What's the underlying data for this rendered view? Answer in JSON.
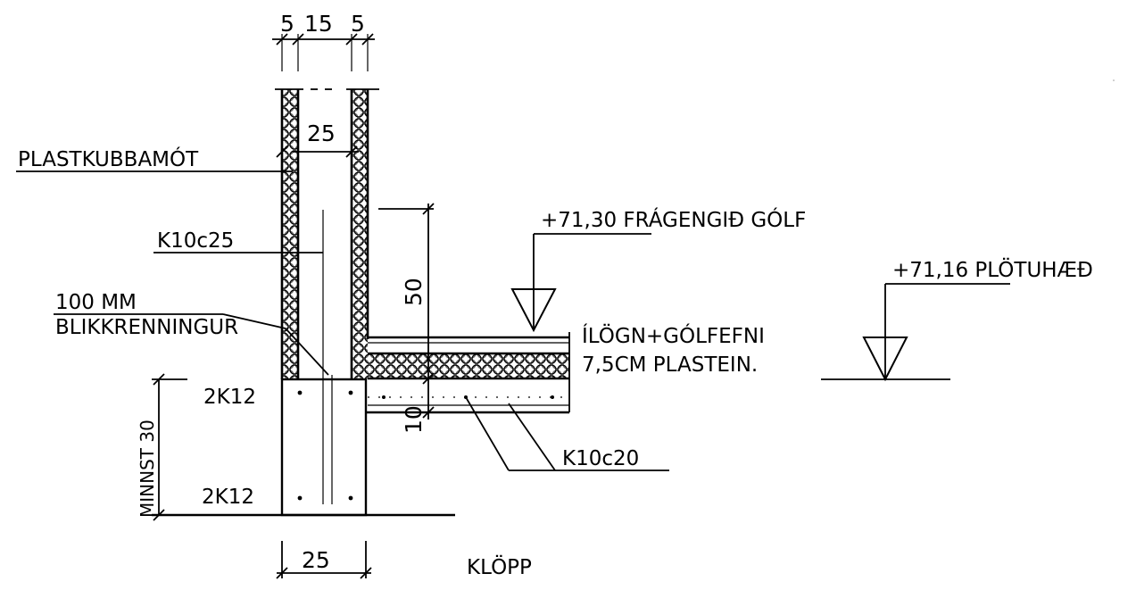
{
  "drawing": {
    "dims": {
      "top_left": "5",
      "top_mid": "15",
      "top_right": "5",
      "inner_width": "25",
      "height_50": "50",
      "height_10": "10",
      "footing_height": "MINNST 30",
      "footing_width": "25"
    },
    "labels": {
      "formwork": "PLASTKUBBAMÓT",
      "vertical_rebar": "K10c25",
      "flashing_line1": "100 MM",
      "flashing_line2": "BLIKKRENNINGUR",
      "rebar_top": "2K12",
      "rebar_bottom": "2K12",
      "floor_level": "+71,30 FRÁGENGIÐ GÓLF",
      "slab_level": "+71,16 PLÖTUHÆÐ",
      "floor_layer1": "ÍLÖGN+GÓLFEFNI",
      "floor_layer2": "7,5CM PLASTEIN.",
      "slab_rebar": "K10c20",
      "bedrock": "KLÖPP"
    }
  }
}
